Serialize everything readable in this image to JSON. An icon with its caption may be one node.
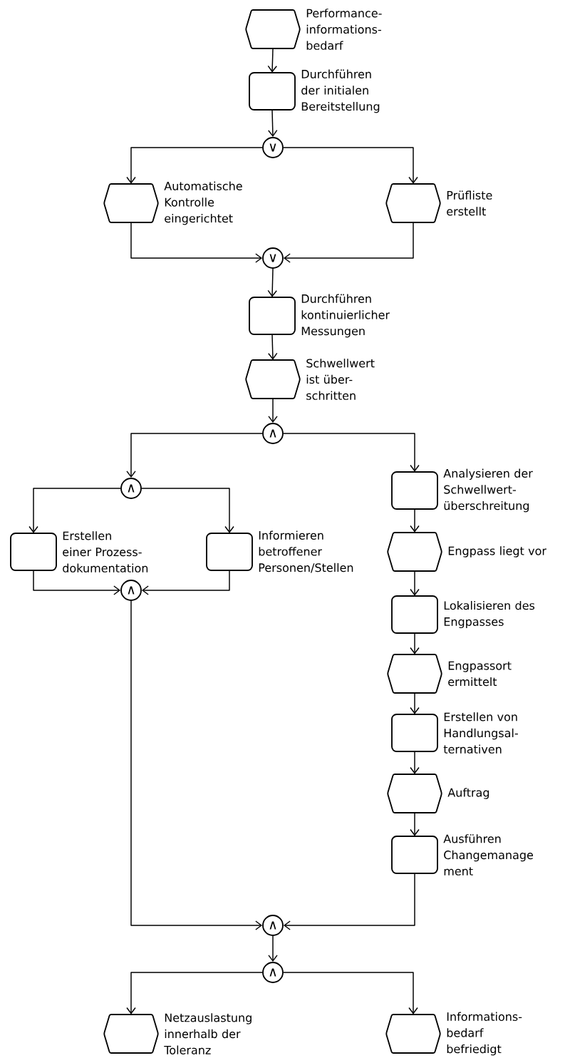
{
  "diagram": {
    "nodes": [
      {
        "text": [
          "Performance-informations-bedarf"
        ]
      },
      {
        "text": [
          "Durchführen der initialen Bereitstellung"
        ]
      },
      {
        "text": [
          "∨"
        ]
      },
      {
        "text": [
          "Automatische Kontrolle eingerichtet"
        ]
      },
      {
        "text": [
          "Prüfliste erstellt"
        ]
      },
      {
        "text": [
          "∨"
        ]
      },
      {
        "text": [
          "Durchführen kontinuierlicher Messungen"
        ]
      },
      {
        "text": [
          "Schwellwert ist über-schritten"
        ]
      },
      {
        "text": [
          "∧"
        ]
      },
      {
        "text": [
          "∧"
        ]
      },
      {
        "text": [
          "Erstellen einer Prozess-dokumentation"
        ]
      },
      {
        "text": [
          "Informieren betroffener Personen/Stellen"
        ]
      },
      {
        "text": [
          "∧"
        ]
      },
      {
        "text": [
          "Analysieren der Schwellwert-überschreitung"
        ]
      },
      {
        "text": [
          "Engpass liegt vor"
        ]
      },
      {
        "text": [
          "Lokalisieren des Engpasses"
        ]
      },
      {
        "text": [
          "Engpassort ermittelt"
        ]
      },
      {
        "text": [
          "Erstellen von Handlungsal-ternativen"
        ]
      },
      {
        "text": [
          "Auftrag"
        ]
      },
      {
        "text": [
          "Ausführen Changemanage ment"
        ]
      },
      {
        "text": [
          "∧"
        ]
      },
      {
        "text": [
          "∧"
        ]
      },
      {
        "text": [
          "Netzauslastung innerhalb der Toleranz"
        ]
      },
      {
        "text": [
          "Informations-bedarf befriedigt"
        ]
      }
    ],
    "edges": [
      {
        "from": 0,
        "to": 1,
        "arrow": "to"
      },
      {
        "from": 1,
        "to": 2,
        "arrow": "to"
      },
      {
        "from": 2,
        "to": 3,
        "arrow": "to"
      },
      {
        "from": 2,
        "to": 4,
        "arrow": "to"
      },
      {
        "from": 3,
        "to": 5,
        "arrow": "to"
      },
      {
        "from": 4,
        "to": 5,
        "arrow": "to"
      },
      {
        "from": 5,
        "to": 6,
        "arrow": "to"
      },
      {
        "from": 6,
        "to": 7,
        "arrow": "to"
      },
      {
        "from": 7,
        "to": 8,
        "arrow": "to"
      },
      {
        "from": 8,
        "to": 9,
        "arrow": "to"
      },
      {
        "from": 8,
        "to": 13,
        "arrow": "to"
      },
      {
        "from": 9,
        "to": 10,
        "arrow": "to"
      },
      {
        "from": 9,
        "to": 11,
        "arrow": "to"
      },
      {
        "from": 10,
        "to": 12,
        "arrow": "to"
      },
      {
        "from": 11,
        "to": 12,
        "arrow": "to"
      },
      {
        "from": 12,
        "to": 20,
        "arrow": "to"
      },
      {
        "from": 13,
        "to": 14,
        "arrow": "to"
      },
      {
        "from": 14,
        "to": 15,
        "arrow": "to"
      },
      {
        "from": 15,
        "to": 16,
        "arrow": "to"
      },
      {
        "from": 16,
        "to": 17,
        "arrow": "to"
      },
      {
        "from": 17,
        "to": 18,
        "arrow": "to"
      },
      {
        "from": 18,
        "to": 19,
        "arrow": "to"
      },
      {
        "from": 19,
        "to": 20,
        "arrow": "to"
      },
      {
        "from": 20,
        "to": 21,
        "arrow": "to"
      },
      {
        "from": 21,
        "to": 22,
        "arrow": "to"
      },
      {
        "from": 21,
        "to": 23,
        "arrow": "to"
      }
    ]
  }
}
